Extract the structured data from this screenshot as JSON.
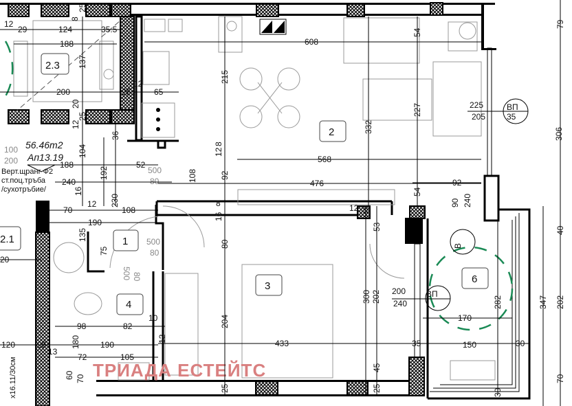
{
  "plan": {
    "rooms": {
      "r23": "2.3",
      "r2": "2",
      "r1": "1",
      "r4": "4",
      "r3": "3",
      "r6": "6",
      "r21": "2.1"
    },
    "area": "56.46m2",
    "apartment": "Ап13.19",
    "notes": [
      "Верт.щранг Ф2",
      "ст.поц.тръба",
      "/сухотръбие/"
    ],
    "watermark": "ТРИАДА ЕСТЕЙТС",
    "door_tags": {
      "a_top": "500",
      "a_bot": "80",
      "b_top": "500",
      "b_bot": "80",
      "c_top": "500",
      "c_bot": "80",
      "d_top": "100",
      "d_bot": "200"
    },
    "window_tags": {
      "vp1_top": "ВП",
      "vp1_bot": "35",
      "vp1_h1": "225",
      "vp1_h2": "205",
      "vp2": "ВП",
      "vp2_h1": "200",
      "vp2_h2": "240",
      "b": "В"
    },
    "stair_note": "x16.11/30см",
    "dims": [
      "12",
      "29",
      "124",
      "35.5",
      "188",
      "137",
      "200",
      "25",
      "12",
      "65",
      "8",
      "25",
      "20",
      "25",
      "12",
      "36",
      "104",
      "188",
      "52",
      "192",
      "240",
      "16",
      "230",
      "12",
      "70",
      "108",
      "190",
      "135",
      "75",
      "20",
      "98",
      "82",
      "10",
      "12",
      "120",
      "25",
      "180",
      "190",
      "13",
      "72",
      "105",
      "60",
      "70",
      "215",
      "608",
      "54",
      "227",
      "332",
      "79",
      "306",
      "8",
      "12",
      "568",
      "108",
      "92",
      "476",
      "54",
      "92",
      "90",
      "240",
      "8",
      "16",
      "12",
      "12",
      "53",
      "80",
      "40",
      "300",
      "202",
      "282",
      "170",
      "347",
      "202",
      "204",
      "433",
      "35",
      "150",
      "30",
      "45",
      "25",
      "25",
      "70",
      "30"
    ]
  },
  "colors": {
    "walls": "#000000",
    "watermark": "#d98080",
    "circle": "#1a8a55"
  }
}
